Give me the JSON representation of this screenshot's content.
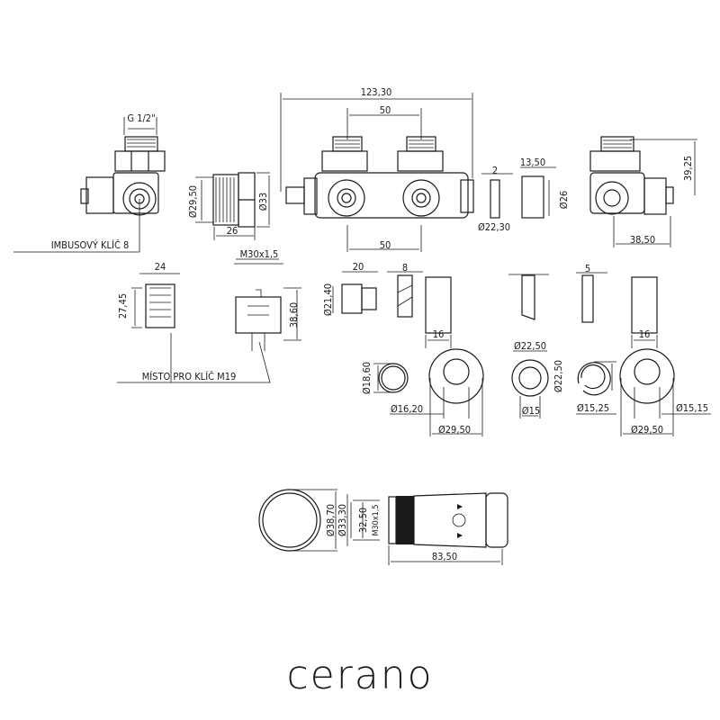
{
  "brand": {
    "logo_text": "cerano"
  },
  "dimensions": {
    "g_thread": "G 1/2\"",
    "allen_key": "IMBUSOVÝ KLÍČ 8",
    "d29_50_a": "Ø29,50",
    "d33": "Ø33",
    "len26": "26",
    "m30_a": "M30x1,5",
    "total_width": "123,30",
    "spacing_top": "50",
    "spacing_bottom": "50",
    "w2": "2",
    "w13_50": "13,50",
    "d26": "Ø26",
    "d22_30": "Ø22,30",
    "h39_25": "39,25",
    "w38_50": "38,50",
    "w24": "24",
    "h27_45": "27,45",
    "h38_60": "38,60",
    "key_m19": "MÍSTO PRO KLÍČ M19",
    "w20": "20",
    "d21_40": "Ø21,40",
    "w8": "8",
    "w16_a": "16",
    "w5": "5",
    "w16_b": "16",
    "d18_60": "Ø18,60",
    "d16_20": "Ø16,20",
    "d29_50_b": "Ø29,50",
    "d22_50_a": "Ø22,50",
    "d15": "Ø15",
    "d22_50_b": "Ø22,50",
    "d15_25": "Ø15,25",
    "d15_15": "Ø15,15",
    "d29_50_c": "Ø29,50",
    "d38_70": "Ø38,70",
    "d33_30": "Ø33,30",
    "h32_50": "32,50",
    "m30_b": "M30x1,5",
    "len83_50": "83,50"
  }
}
